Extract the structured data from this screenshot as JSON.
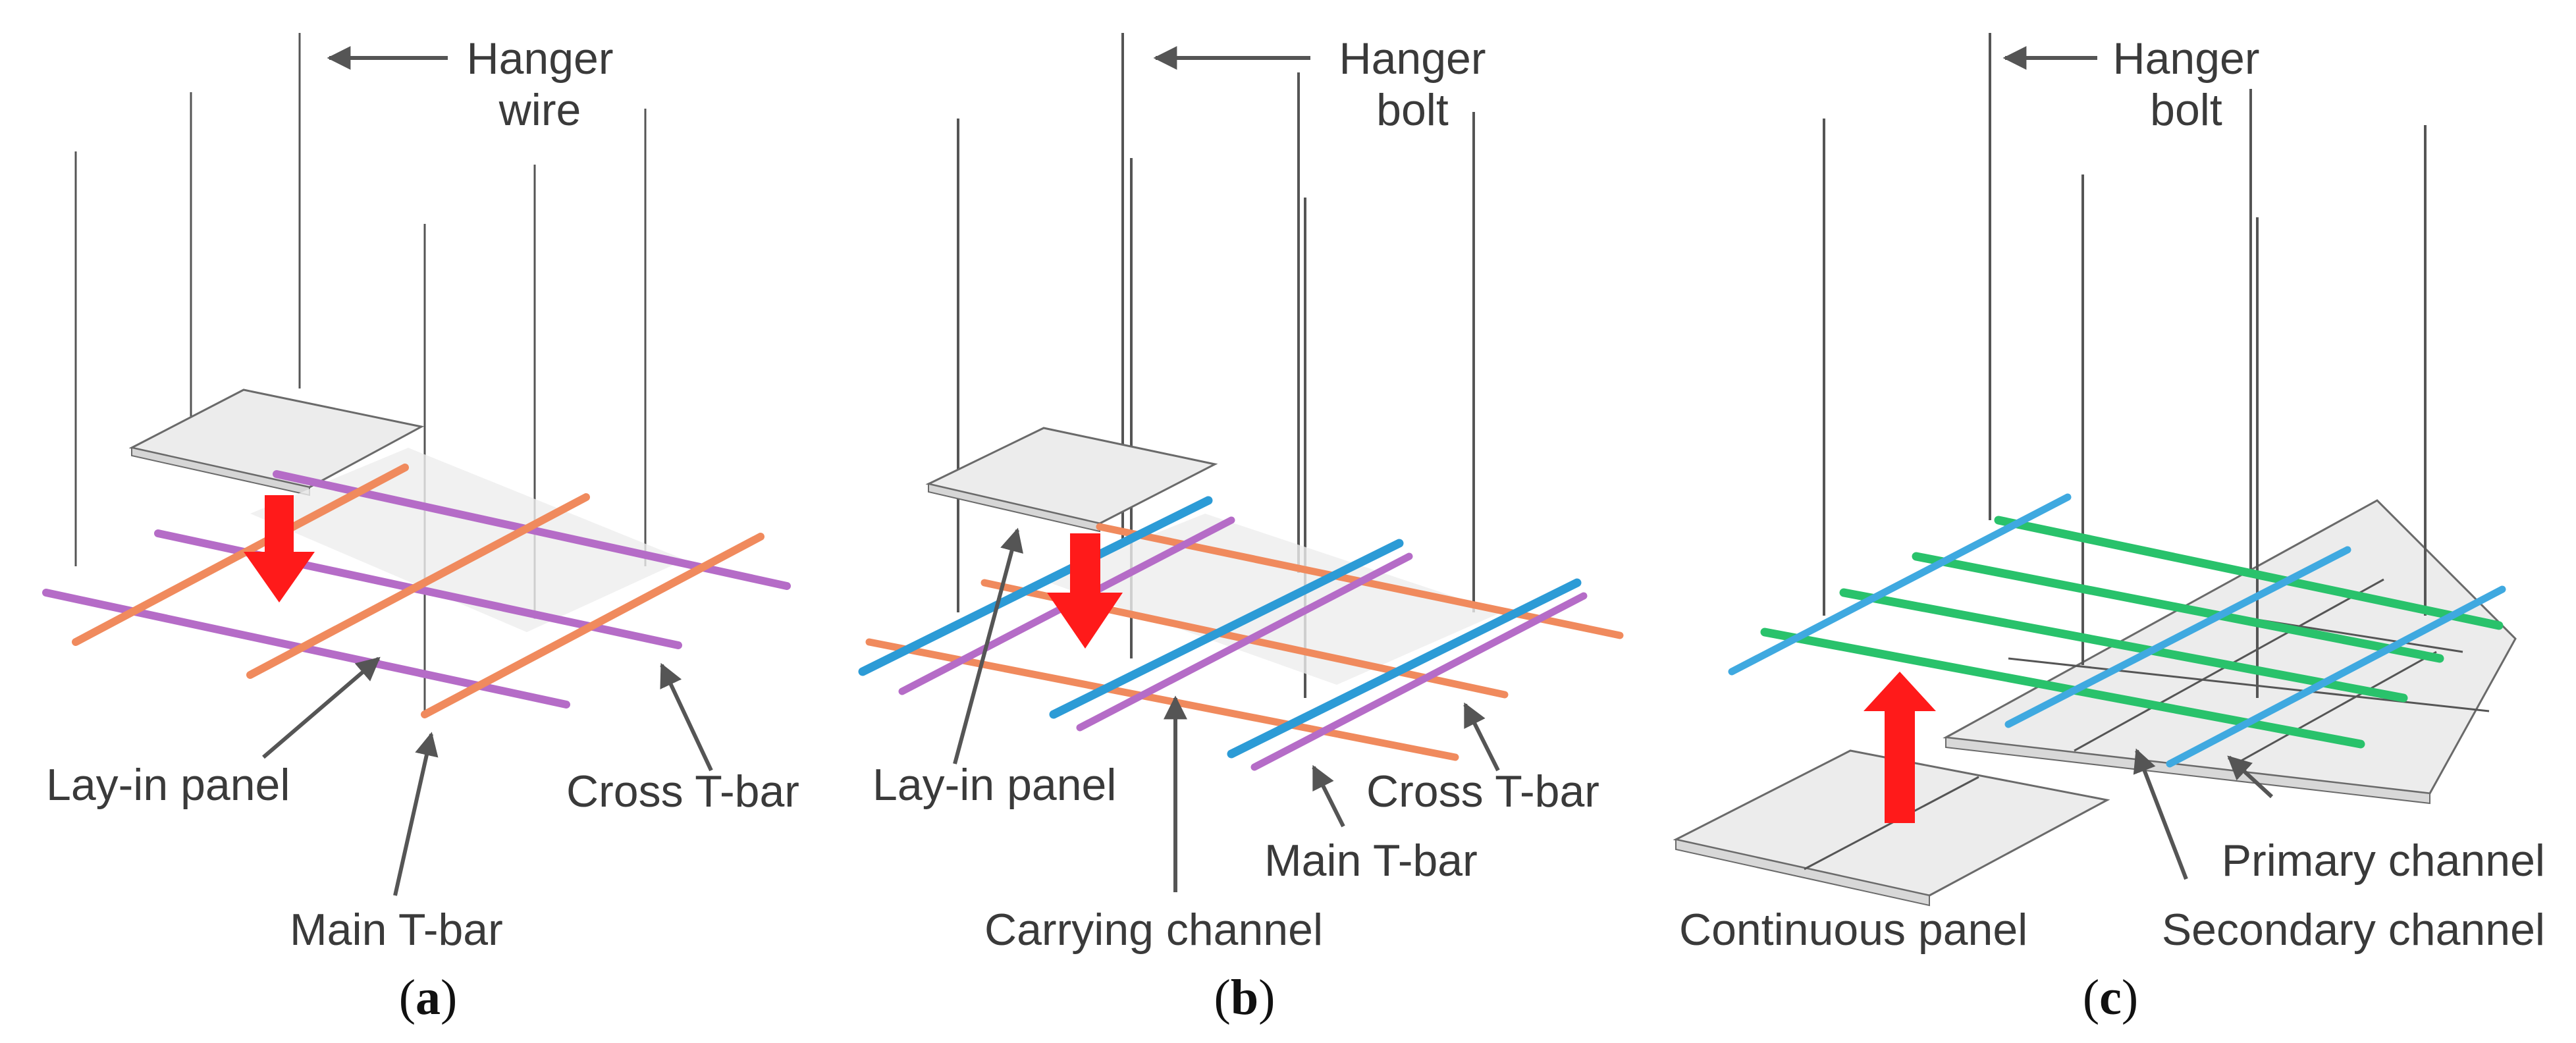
{
  "panels": [
    {
      "id": "a",
      "caption_open": "(",
      "caption_letter": "a",
      "caption_close": ")",
      "labels": {
        "hanger_line1": "Hanger",
        "hanger_line2": "wire",
        "lay_in_panel": "Lay-in panel",
        "cross_t_bar": "Cross T-bar",
        "main_t_bar": "Main T-bar"
      }
    },
    {
      "id": "b",
      "caption_open": "(",
      "caption_letter": "b",
      "caption_close": ")",
      "labels": {
        "hanger_line1": "Hanger",
        "hanger_line2": "bolt",
        "lay_in_panel": "Lay-in panel",
        "cross_t_bar": "Cross T-bar",
        "main_t_bar": "Main T-bar",
        "carrying_channel": "Carrying channel"
      }
    },
    {
      "id": "c",
      "caption_open": "(",
      "caption_letter": "c",
      "caption_close": ")",
      "labels": {
        "hanger_line1": "Hanger",
        "hanger_line2": "bolt",
        "continuous_panel": "Continuous panel",
        "primary_channel": "Primary channel",
        "secondary_channel": "Secondary channel"
      }
    }
  ],
  "colors": {
    "main_t_bar": "#f08a5d",
    "cross_t_bar": "#b56cc7",
    "carrying_channel": "#2c9bd6",
    "primary_channel": "#3fa9e0",
    "secondary_channel": "#29c26b",
    "panel_fill": "#e9e9e9",
    "panel_edge": "#6a6a6a",
    "hanger": "#555555",
    "arrow_red": "#ff1a1a",
    "leader": "#555555"
  },
  "icons": {
    "panel_a_arrow": "down-arrow-icon",
    "panel_b_arrow": "down-arrow-icon",
    "panel_c_arrow": "up-arrow-icon"
  }
}
